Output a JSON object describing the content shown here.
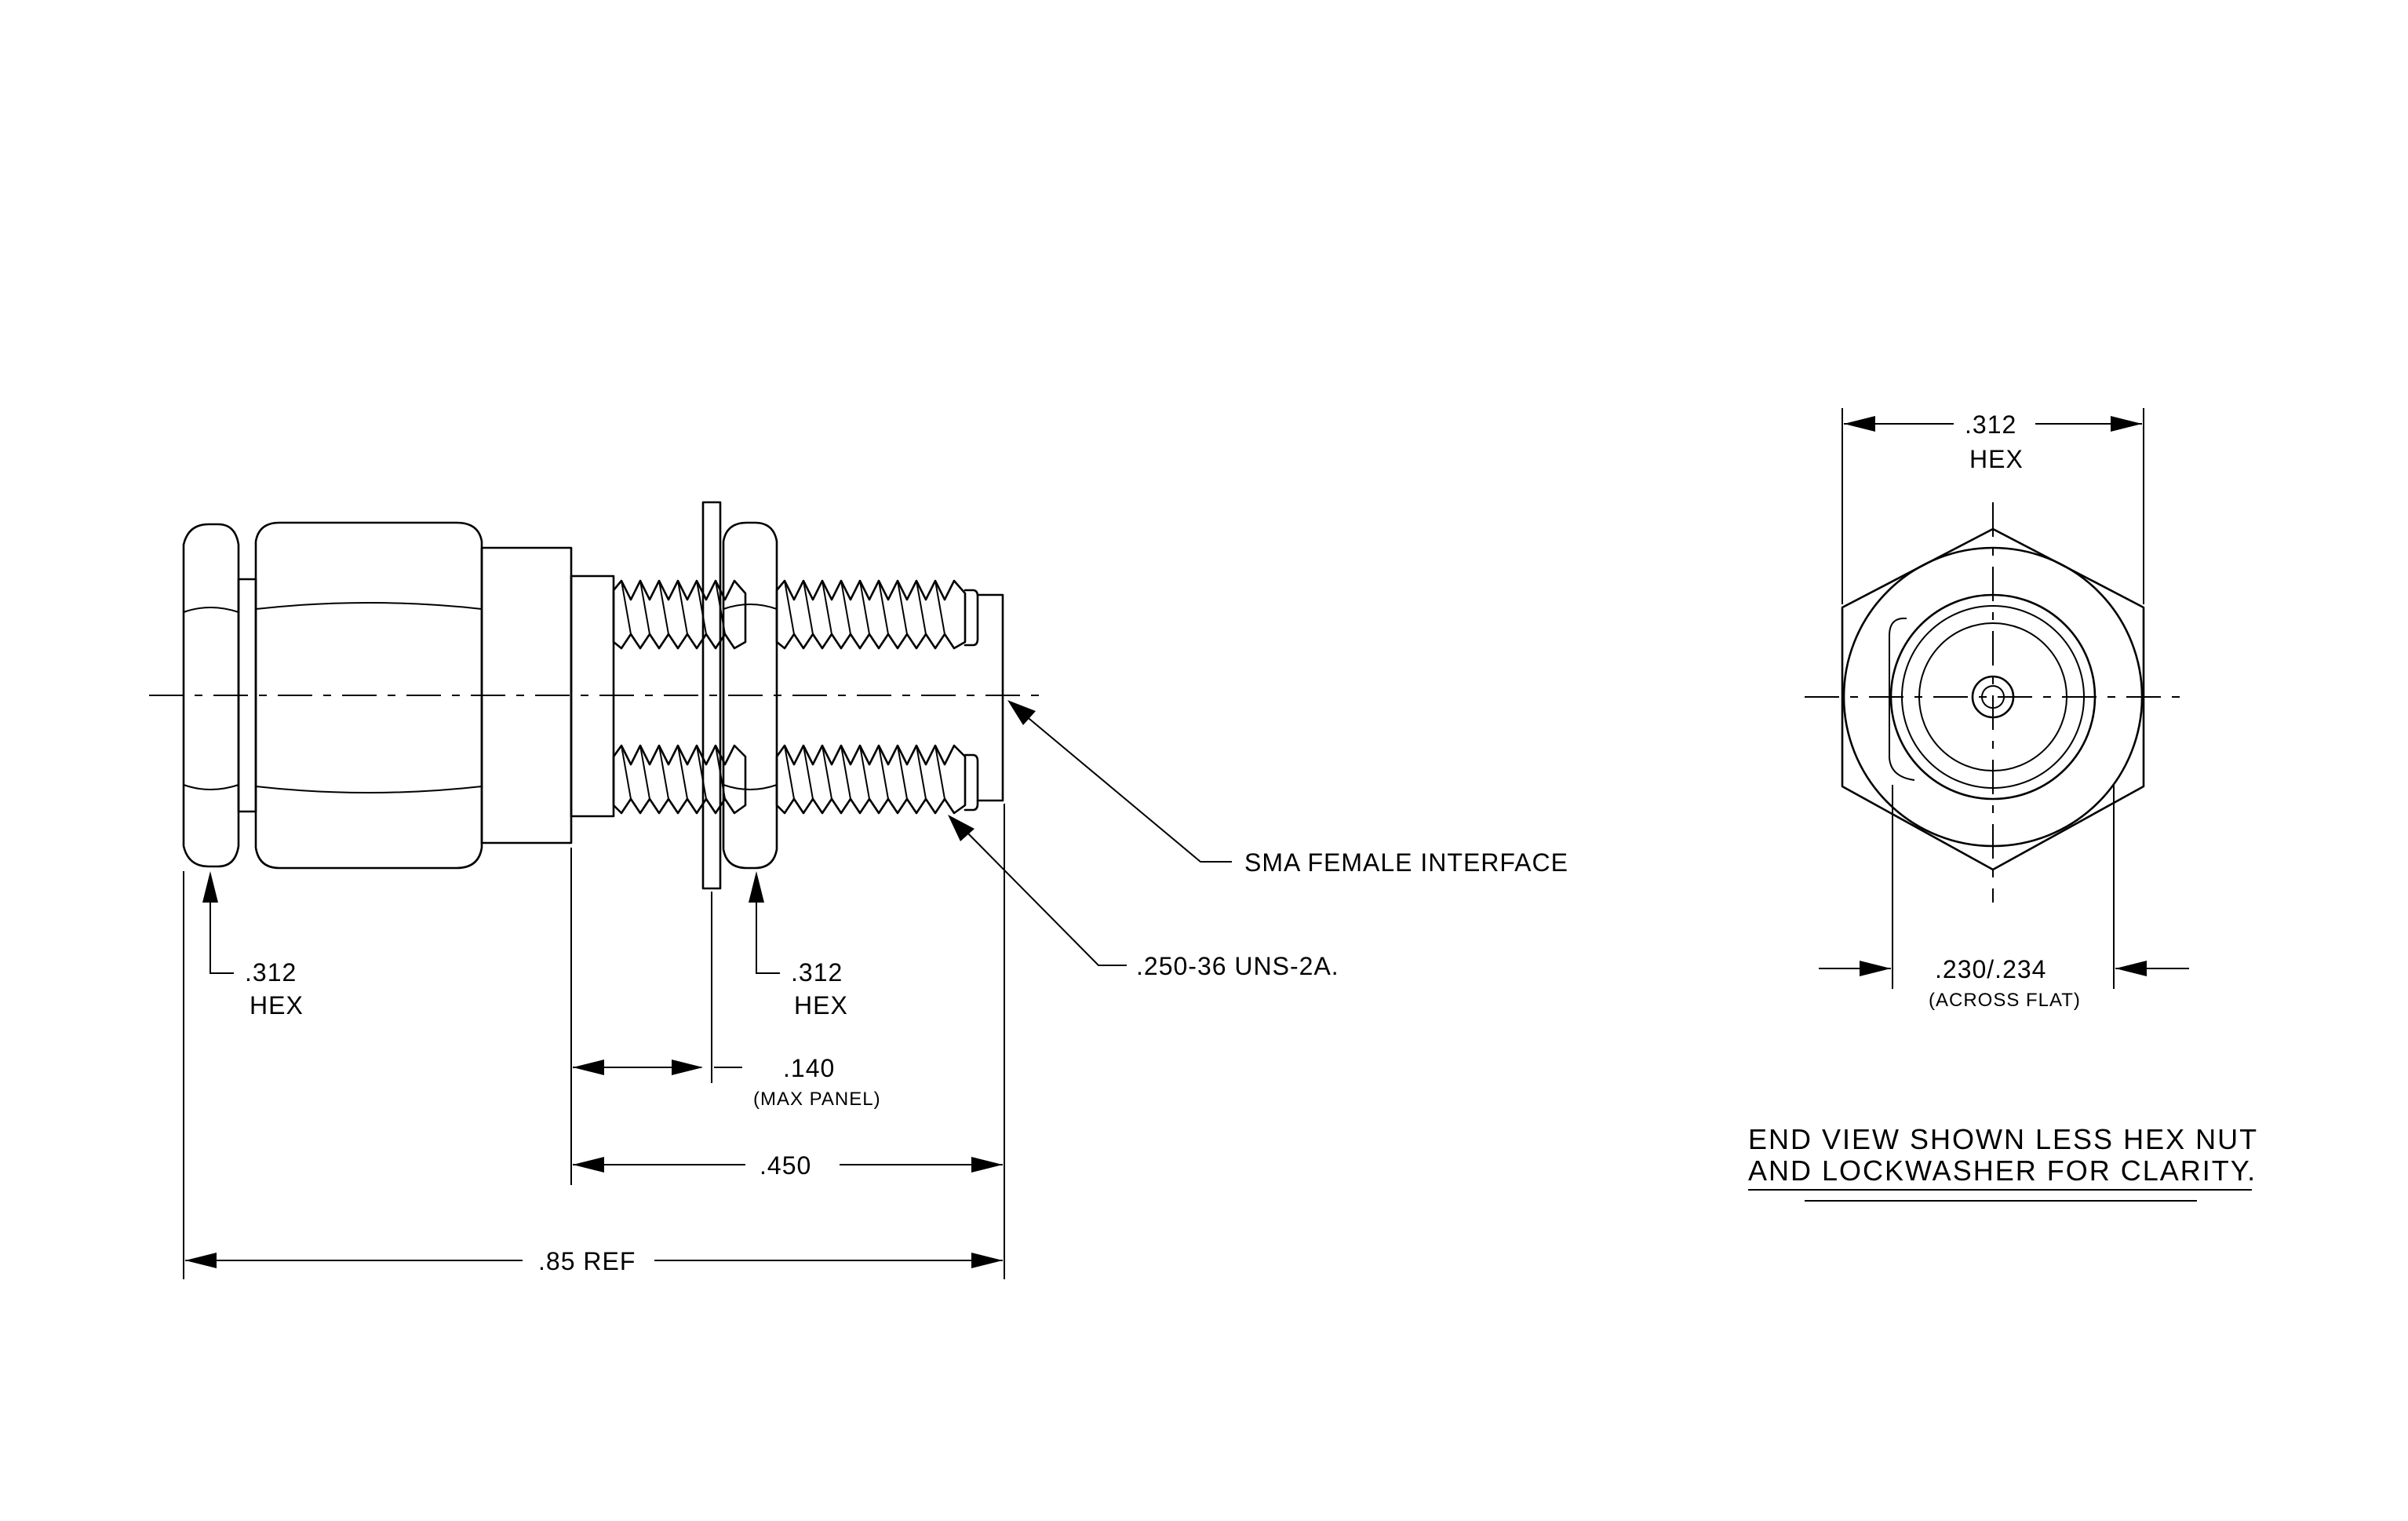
{
  "side_view": {
    "left_hex_size": ".312",
    "left_hex_label": "HEX",
    "right_hex_size": ".312",
    "right_hex_label": "HEX",
    "panel_dim": ".140",
    "panel_note": "(MAX PANEL)",
    "length_dim": ".450",
    "overall_dim": ".85 REF",
    "interface_callout": "SMA FEMALE INTERFACE",
    "thread_callout": ".250-36 UNS-2A."
  },
  "end_view": {
    "hex_size": ".312",
    "hex_label": "HEX",
    "flat_dim": ".230/.234",
    "flat_note": "(ACROSS FLAT)",
    "note_line1": "END VIEW SHOWN LESS HEX NUT",
    "note_line2": "AND LOCKWASHER FOR CLARITY."
  }
}
